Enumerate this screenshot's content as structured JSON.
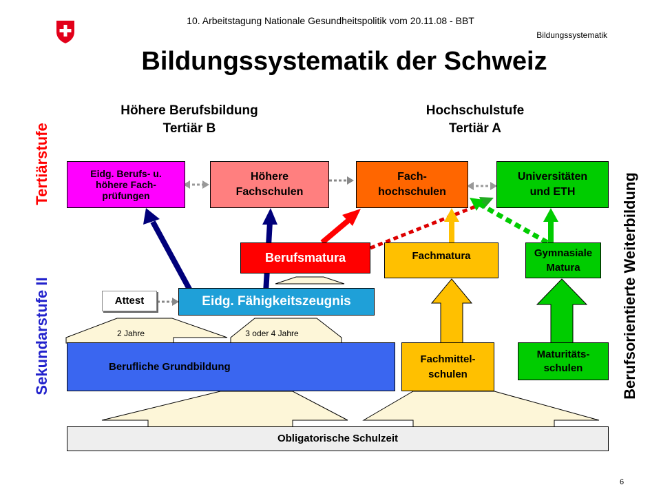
{
  "header": {
    "conference": "10. Arbeitstagung Nationale Gesundheitspolitik vom 20.11.08 - BBT",
    "section": "Bildungssystematik",
    "title": "Bildungssystematik der Schweiz",
    "page_number": "6"
  },
  "columns": {
    "left_line1": "Höhere Berufsbildung",
    "left_line2": "Tertiär B",
    "right_line1": "Hochschulstufe",
    "right_line2": "Tertiär A"
  },
  "side_labels": {
    "tertiaer": "Tertiärstufe",
    "sekundar": "Sekundarstufe II",
    "weiterbildung": "Berufsorientierte Weiterbildung"
  },
  "boxes": {
    "eidg_pruefungen_1": "Eidg. Berufs- u.",
    "eidg_pruefungen_2": "höhere Fach-",
    "eidg_pruefungen_3": "prüfungen",
    "hoehere_fachschulen_1": "Höhere",
    "hoehere_fachschulen_2": "Fachschulen",
    "fachhochschulen_1": "Fach-",
    "fachhochschulen_2": "hochschulen",
    "universitaeten_1": "Universitäten",
    "universitaeten_2": "und ETH",
    "berufsmatura": "Berufsmatura",
    "fachmatura": "Fachmatura",
    "gymnasiale_1": "Gymnasiale",
    "gymnasiale_2": "Matura",
    "attest": "Attest",
    "efz": "Eidg. Fähigkeitszeugnis",
    "berufliche_grundbildung": "Berufliche Grundbildung",
    "fachmittelschulen_1": "Fachmittel-",
    "fachmittelschulen_2": "schulen",
    "maturitaetsschulen_1": "Maturitäts-",
    "maturitaetsschulen_2": "schulen",
    "obligatorische": "Obligatorische Schulzeit"
  },
  "durations": {
    "two_years": "2 Jahre",
    "three_four_years": "3 oder 4 Jahre"
  },
  "colors": {
    "magenta": "#ff00ff",
    "salmon": "#ff7f7f",
    "orange": "#ff6600",
    "green": "#00cc00",
    "red": "#ff0000",
    "yellow": "#ffc000",
    "cyan": "#1fa0d8",
    "blue": "#3a66f0",
    "navy": "#00007a",
    "light_gray": "#eeeeee",
    "cream": "#fdf6d8"
  },
  "icons": {
    "logo": "swiss-cross-shield"
  }
}
